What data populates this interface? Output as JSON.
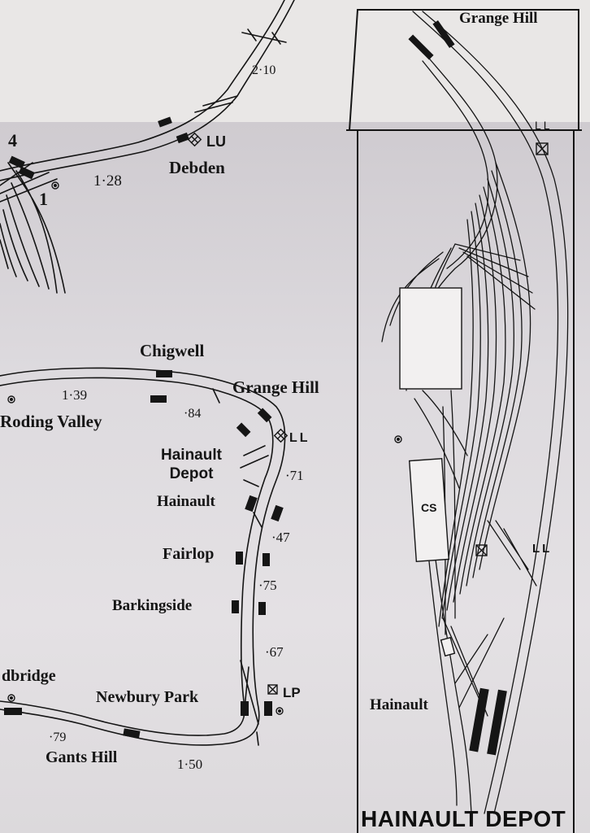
{
  "map_title": "HAINAULT DEPOT",
  "stations": {
    "debden": "Debden",
    "chigwell": "Chigwell",
    "grange_hill": "Grange Hill",
    "roding_valley": "Roding Valley",
    "hainault_depot": "Hainault\nDepot",
    "hainault": "Hainault",
    "fairlop": "Fairlop",
    "barkingside": "Barkingside",
    "newbury_park": "Newbury Park",
    "redbridge": "dbridge",
    "gants_hill": "Gants Hill"
  },
  "inset": {
    "grange_hill": "Grange Hill",
    "hainault": "Hainault",
    "carriage_sidings": "CS",
    "ll_top": "LL",
    "ll_mid": "LL"
  },
  "marks": {
    "lu": "LU",
    "ll": "LL",
    "lp": "LP",
    "four": "4",
    "one": "1"
  },
  "distances": {
    "d_2_10": "2·10",
    "d_1_28": "1·28",
    "d_1_39": "1·39",
    "d_84": "·84",
    "d_71": "·71",
    "d_47": "·47",
    "d_75": "·75",
    "d_67": "·67",
    "d_79": "·79",
    "d_1_50": "1·50"
  },
  "colors": {
    "ink": "#151515",
    "paper_top": "#e9e7e6",
    "paper_main": "#dcd9dc"
  }
}
